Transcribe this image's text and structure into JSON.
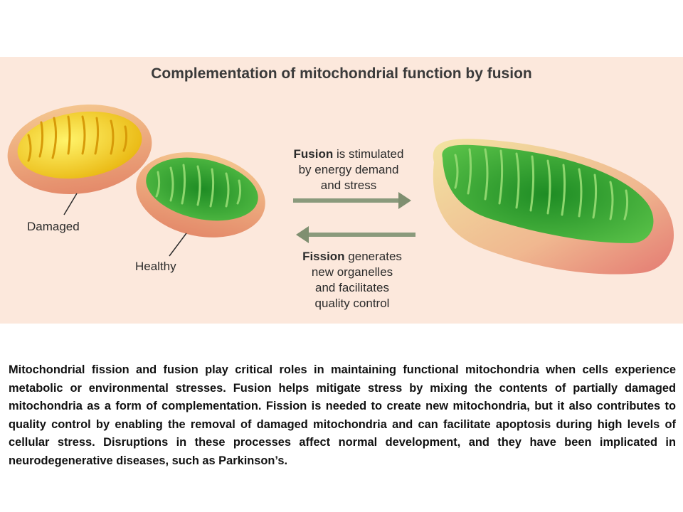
{
  "figure": {
    "title": "Complementation of mitochondrial function by fusion",
    "labels": {
      "damaged": "Damaged",
      "healthy": "Healthy"
    },
    "fusion": {
      "keyword": "Fusion",
      "line1_rest": " is stimulated",
      "line2": "by energy demand",
      "line3": "and stress"
    },
    "fission": {
      "keyword": "Fission",
      "line1_rest": " generates",
      "line2": "new organelles",
      "line3": "and facilitates",
      "line4": "quality control"
    },
    "colors": {
      "panel_background": "#fce8dc",
      "damaged_inner": "#f2d21a",
      "healthy_inner": "#2f9a2f",
      "outer_membrane": "#e8a26e",
      "arrow": "#8a9a7c"
    }
  },
  "caption": "Mitochondrial fission and fusion play critical roles in maintaining functional mitochondria when cells experience metabolic or environmental stresses. Fusion helps mitigate stress by mixing the contents of partially damaged mitochondria as a form of complementation. Fission is needed to create new mitochondria, but it also contributes to quality control by enabling the removal of damaged mitochondria and can facilitate apoptosis during high levels of cellular stress. Disruptions in these processes affect normal development, and they have been implicated in neurodegenerative diseases, such as Parkinson’s."
}
